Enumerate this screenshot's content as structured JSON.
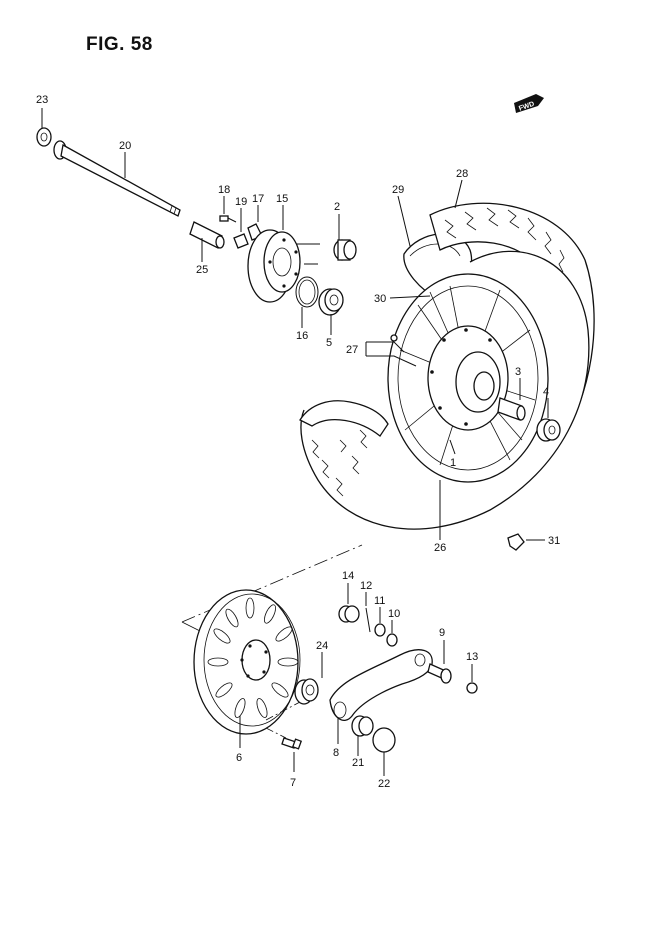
{
  "figure": {
    "title": "FIG. 58",
    "fwd_label": "FWD"
  },
  "callouts": [
    "23",
    "20",
    "18",
    "19",
    "17",
    "15",
    "2",
    "25",
    "16",
    "5",
    "29",
    "28",
    "30",
    "27",
    "3",
    "4",
    "1",
    "26",
    "31",
    "14",
    "12",
    "11",
    "10",
    "9",
    "13",
    "24",
    "6",
    "7",
    "8",
    "21",
    "22"
  ]
}
